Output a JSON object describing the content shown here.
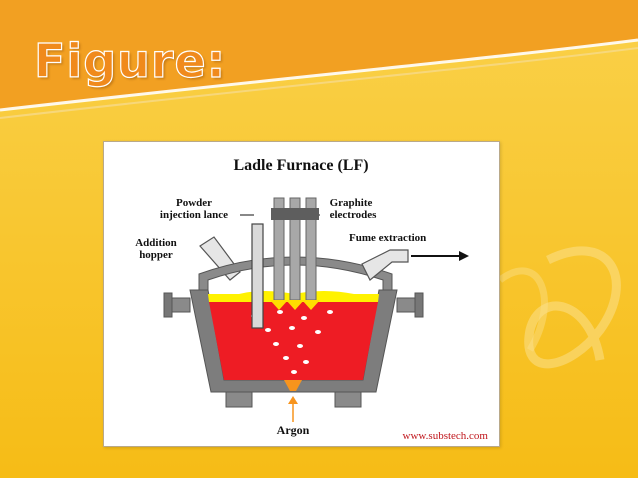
{
  "slide": {
    "title": "Figure:",
    "colors": {
      "background": "#f7c21e",
      "band": "#f2a022",
      "title": "#f08a1c"
    }
  },
  "figure": {
    "title": "Ladle Furnace (LF)",
    "labels": {
      "powder_line1": "Powder",
      "powder_line2": "injection lance",
      "graphite_line1": "Graphite",
      "graphite_line2": "electrodes",
      "addition_line1": "Addition",
      "addition_line2": "hopper",
      "fume": "Fume extraction",
      "argon": "Argon"
    },
    "credit": "www.substech.com",
    "colors": {
      "steel": "#ee1c24",
      "slag": "#fff200",
      "vessel": "#7d7d7d",
      "electrode": "#a8a8a8"
    }
  }
}
